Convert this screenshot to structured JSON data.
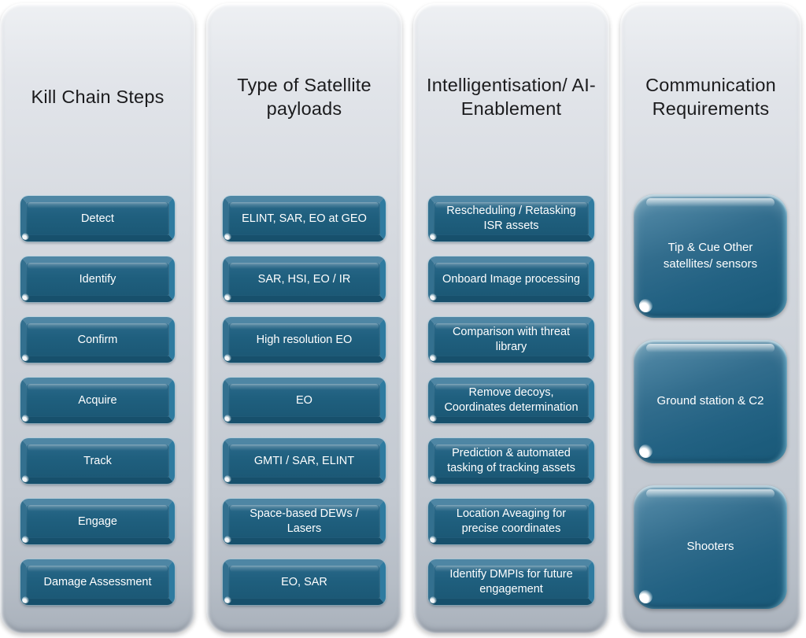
{
  "diagram": {
    "title": "Satellite-enabled kill chain columns",
    "colors": {
      "button_teal": "#1f5e7d",
      "button_bevel_light": "#4e86a4",
      "button_bevel_dark": "#17506c",
      "button_glint_cyan": "#55c6ea",
      "panel_gray_top": "#eef0f3",
      "panel_gray_bottom": "#a9b1bb",
      "title_text": "#1b1b1d",
      "button_text": "#ffffff"
    },
    "columns": [
      {
        "title": "Kill Chain Steps",
        "items": [
          "Detect",
          "Identify",
          "Confirm",
          "Acquire",
          "Track",
          "Engage",
          "Damage Assessment"
        ]
      },
      {
        "title": "Type of Satellite payloads",
        "items": [
          "ELINT, SAR, EO at GEO",
          "SAR, HSI, EO / IR",
          "High resolution EO",
          "EO",
          "GMTI / SAR, ELINT",
          "Space-based DEWs / Lasers",
          "EO, SAR"
        ]
      },
      {
        "title": "Intelligentisation/ AI-Enablement",
        "items": [
          "Rescheduling / Retasking ISR assets",
          "Onboard Image processing",
          "Comparison with threat library",
          "Remove decoys, Coordinates determination",
          "Prediction & automated tasking of tracking assets",
          "Location Aveaging for precise coordinates",
          "Identify DMPIs for future engagement"
        ]
      },
      {
        "title": "Communication Requirements",
        "items": [
          "Tip & Cue Other satellites/ sensors",
          "Ground station & C2",
          "Shooters"
        ]
      }
    ]
  }
}
